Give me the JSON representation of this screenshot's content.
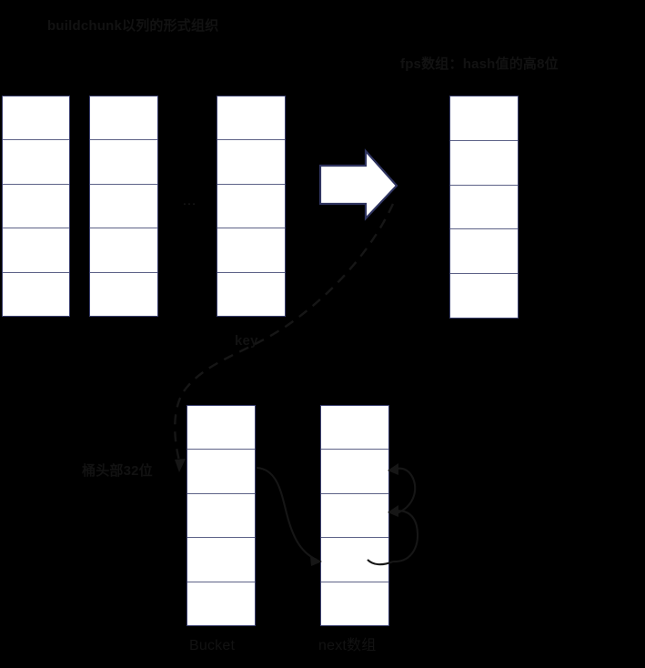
{
  "diagram": {
    "background_color": "#000000",
    "cell_fill": "#ffffff",
    "cell_border_color": "#3a3f6e",
    "text_color": "#121212",
    "arrow_color": "#1a1a1a",
    "titles": {
      "top_left": "buildchunk以列的形式组织",
      "top_right": "fps数组：hash值的高8位"
    },
    "labels": {
      "key": "key",
      "bucket_head": "桶头部32位",
      "bucket": "Bucket",
      "next_array": "next数组",
      "ellipsis": "…"
    },
    "columns": [
      {
        "name": "buildchunk-col-1",
        "cells": 5
      },
      {
        "name": "buildchunk-col-2",
        "cells": 5
      },
      {
        "name": "buildchunk-col-3",
        "cells": 5
      },
      {
        "name": "fps-array-col",
        "cells": 5
      },
      {
        "name": "bucket-col",
        "cells": 5
      },
      {
        "name": "next-array-col",
        "cells": 5
      }
    ],
    "connectors": [
      {
        "name": "block-arrow-right",
        "style": "solid-block",
        "from": "buildchunk-col-3",
        "to": "fps-array-col"
      },
      {
        "name": "key-dashed-curve",
        "style": "dashed",
        "from": "fps-array-col",
        "to": "bucket-col"
      },
      {
        "name": "bucket-to-next-curve",
        "style": "solid",
        "from": "bucket-col",
        "to": "next-array-col"
      },
      {
        "name": "next-chain-curve-upper",
        "style": "solid",
        "from": "next-array-col",
        "to": "next-array-col"
      },
      {
        "name": "next-chain-curve-lower",
        "style": "solid",
        "from": "next-array-col",
        "to": "next-array-col"
      }
    ]
  }
}
